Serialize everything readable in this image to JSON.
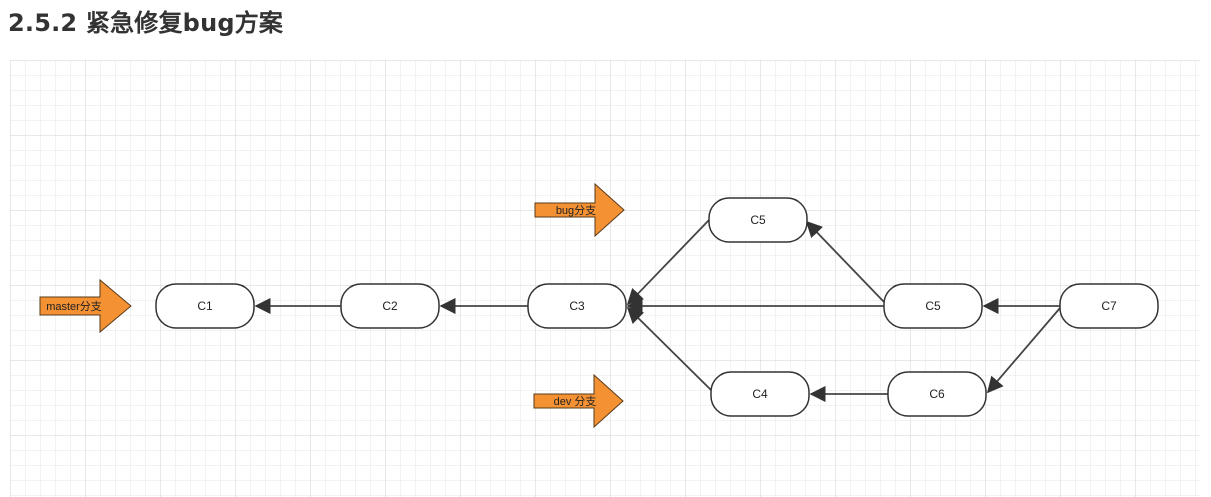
{
  "heading": "2.5.2 紧急修复bug方案",
  "colors": {
    "node_stroke": "#333333",
    "node_fill": "#ffffff",
    "edge": "#444444",
    "pointer_fill": "#f39133",
    "pointer_stroke": "#5a3a1a",
    "grid": "#e6e6e6",
    "grid_major": "#d2d2d2"
  },
  "nodes": [
    {
      "id": "c1",
      "label": "C1"
    },
    {
      "id": "c2",
      "label": "C2"
    },
    {
      "id": "c3",
      "label": "C3"
    },
    {
      "id": "c5top",
      "label": "C5"
    },
    {
      "id": "c5mid",
      "label": "C5"
    },
    {
      "id": "c7",
      "label": "C7"
    },
    {
      "id": "c4",
      "label": "C4"
    },
    {
      "id": "c6",
      "label": "C6"
    }
  ],
  "pointers": [
    {
      "id": "master",
      "label": "master分支"
    },
    {
      "id": "bug",
      "label": "bug分支"
    },
    {
      "id": "dev",
      "label": "dev 分支"
    }
  ],
  "edges": [
    {
      "from": "c2",
      "to": "c1"
    },
    {
      "from": "c3",
      "to": "c2"
    },
    {
      "from": "c5top",
      "to": "c3"
    },
    {
      "from": "c5mid",
      "to": "c3"
    },
    {
      "from": "c5mid",
      "to": "c5top"
    },
    {
      "from": "c4",
      "to": "c3"
    },
    {
      "from": "c7",
      "to": "c5mid"
    },
    {
      "from": "c7",
      "to": "c6"
    },
    {
      "from": "c6",
      "to": "c4"
    }
  ]
}
